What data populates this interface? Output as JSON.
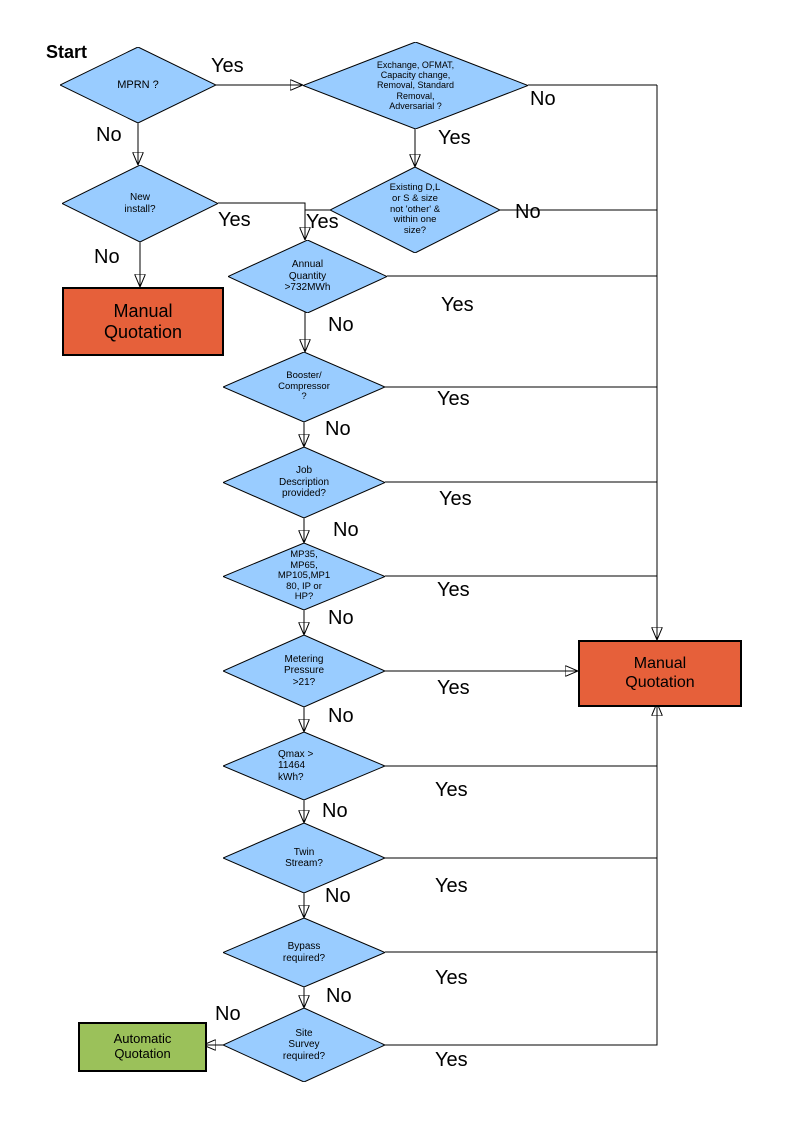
{
  "colors": {
    "decision_fill": "#99CCFF",
    "manual_box_fill": "#E6603A",
    "auto_box_fill": "#9BC15A",
    "line": "#000000"
  },
  "nodes": {
    "start": "Start",
    "mprn": "MPRN ?",
    "exchange": "Exchange, OFMAT,\nCapacity change,\nRemoval, Standard\nRemoval,\nAdversarial ?",
    "new_install": "New\ninstall?",
    "existing": "Existing D,L\nor S & size\nnot 'other' &\nwithin one\nsize?",
    "manual_left": "Manual\nQuotation",
    "annual": "Annual\nQuantity\n>732MWh",
    "booster": "Booster/\nCompressor\n?",
    "job": "Job\nDescription\nprovided?",
    "mp": "MP35,\nMP65,\nMP105,MP1\n80, IP or\nHP?",
    "metering": "Metering\nPressure\n>21?",
    "manual_right": "Manual\nQuotation",
    "qmax": "Qmax >\n11464\nkWh?",
    "twin": "Twin\nStream?",
    "bypass": "Bypass\nrequired?",
    "site": "Site\nSurvey\nrequired?",
    "auto": "Automatic\nQuotation"
  },
  "edges": [
    {
      "from": "mprn",
      "to": "exchange",
      "label": "Yes"
    },
    {
      "from": "mprn",
      "to": "new-install",
      "label": "No"
    },
    {
      "from": "exchange",
      "to": "manual-quotation-right",
      "label": "No"
    },
    {
      "from": "exchange",
      "to": "existing",
      "label": "Yes"
    },
    {
      "from": "existing",
      "to": "manual-quotation-right",
      "label": "No"
    },
    {
      "from": "new-install",
      "to": "annual-quantity",
      "label": "Yes"
    },
    {
      "from": "existing",
      "to": "annual-quantity",
      "label": "Yes"
    },
    {
      "from": "new-install",
      "to": "manual-quotation-left",
      "label": "No"
    },
    {
      "from": "annual-quantity",
      "to": "manual-quotation-right",
      "label": "Yes"
    },
    {
      "from": "annual-quantity",
      "to": "booster-compressor",
      "label": "No"
    },
    {
      "from": "booster-compressor",
      "to": "manual-quotation-right",
      "label": "Yes"
    },
    {
      "from": "booster-compressor",
      "to": "job-description",
      "label": "No"
    },
    {
      "from": "job-description",
      "to": "manual-quotation-right",
      "label": "Yes"
    },
    {
      "from": "job-description",
      "to": "mp-range",
      "label": "No"
    },
    {
      "from": "mp-range",
      "to": "manual-quotation-right",
      "label": "Yes"
    },
    {
      "from": "mp-range",
      "to": "metering-pressure",
      "label": "No"
    },
    {
      "from": "metering-pressure",
      "to": "manual-quotation-right",
      "label": "Yes"
    },
    {
      "from": "metering-pressure",
      "to": "qmax",
      "label": "No"
    },
    {
      "from": "qmax",
      "to": "manual-quotation-right",
      "label": "Yes"
    },
    {
      "from": "qmax",
      "to": "twin-stream",
      "label": "No"
    },
    {
      "from": "twin-stream",
      "to": "manual-quotation-right",
      "label": "Yes"
    },
    {
      "from": "twin-stream",
      "to": "bypass",
      "label": "No"
    },
    {
      "from": "bypass",
      "to": "manual-quotation-right",
      "label": "Yes"
    },
    {
      "from": "bypass",
      "to": "site-survey",
      "label": "No"
    },
    {
      "from": "site-survey",
      "to": "automatic-quotation",
      "label": "No"
    },
    {
      "from": "site-survey",
      "to": "manual-quotation-right",
      "label": "Yes"
    }
  ]
}
